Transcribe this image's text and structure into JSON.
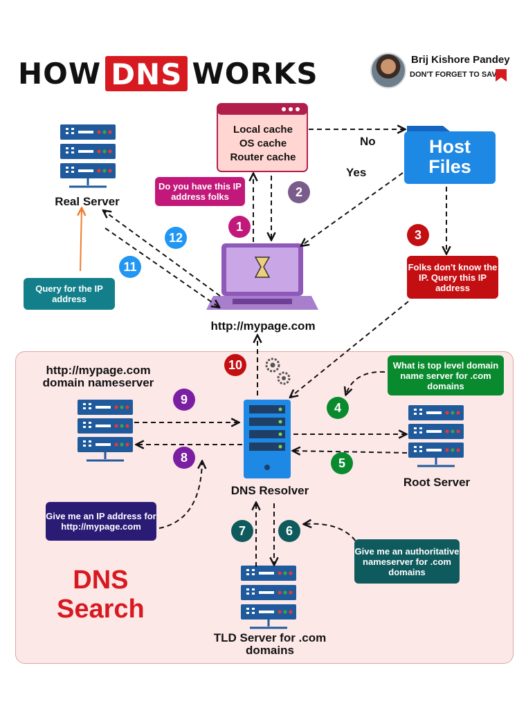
{
  "header": {
    "title_left": "HOW",
    "title_highlight": "DNS",
    "title_right": "WORKS",
    "author_name": "Brij Kishore Pandey",
    "author_tagline": "DON'T FORGET TO SAVE"
  },
  "nodes": {
    "cache_lines": [
      "Local cache",
      "OS cache",
      "Router cache"
    ],
    "host_files": [
      "Host",
      "Files"
    ],
    "real_server": "Real Server",
    "browser_url": "http://mypage.com",
    "domain_nameserver": [
      "http://mypage.com",
      "domain nameserver"
    ],
    "dns_resolver": "DNS Resolver",
    "root_server": "Root Server",
    "tld_server": [
      "TLD Server for .com",
      "domains"
    ],
    "dns_search": [
      "DNS",
      "Search"
    ]
  },
  "edge_labels": {
    "no": "No",
    "yes": "Yes"
  },
  "callouts": {
    "ask_cache": "Do you have this IP address folks",
    "query_ip": "Query for the IP address",
    "folks_dont_know": "Folks don't know the IP. Query this IP address",
    "top_level_q": "What is top level domain name server for .com domains",
    "give_ip": "Give me an IP address for http://mypage.com",
    "give_auth": "Give me an authoritative nameserver for .com domains"
  },
  "steps": [
    "1",
    "2",
    "3",
    "4",
    "5",
    "6",
    "7",
    "8",
    "9",
    "10",
    "11",
    "12"
  ],
  "colors": {
    "accent_red": "#d71920",
    "magenta": "#c2187a",
    "purple": "#7b1fa2",
    "slate_purple": "#7a5c8a",
    "blue": "#2196f3",
    "dark_red": "#c40f12",
    "green": "#0a8a2e",
    "teal": "#127f8a",
    "navy": "#2a1b75",
    "dark_teal": "#0f5a5d",
    "dark_green": "#16614e",
    "server_blue": "#1f5a9c"
  }
}
